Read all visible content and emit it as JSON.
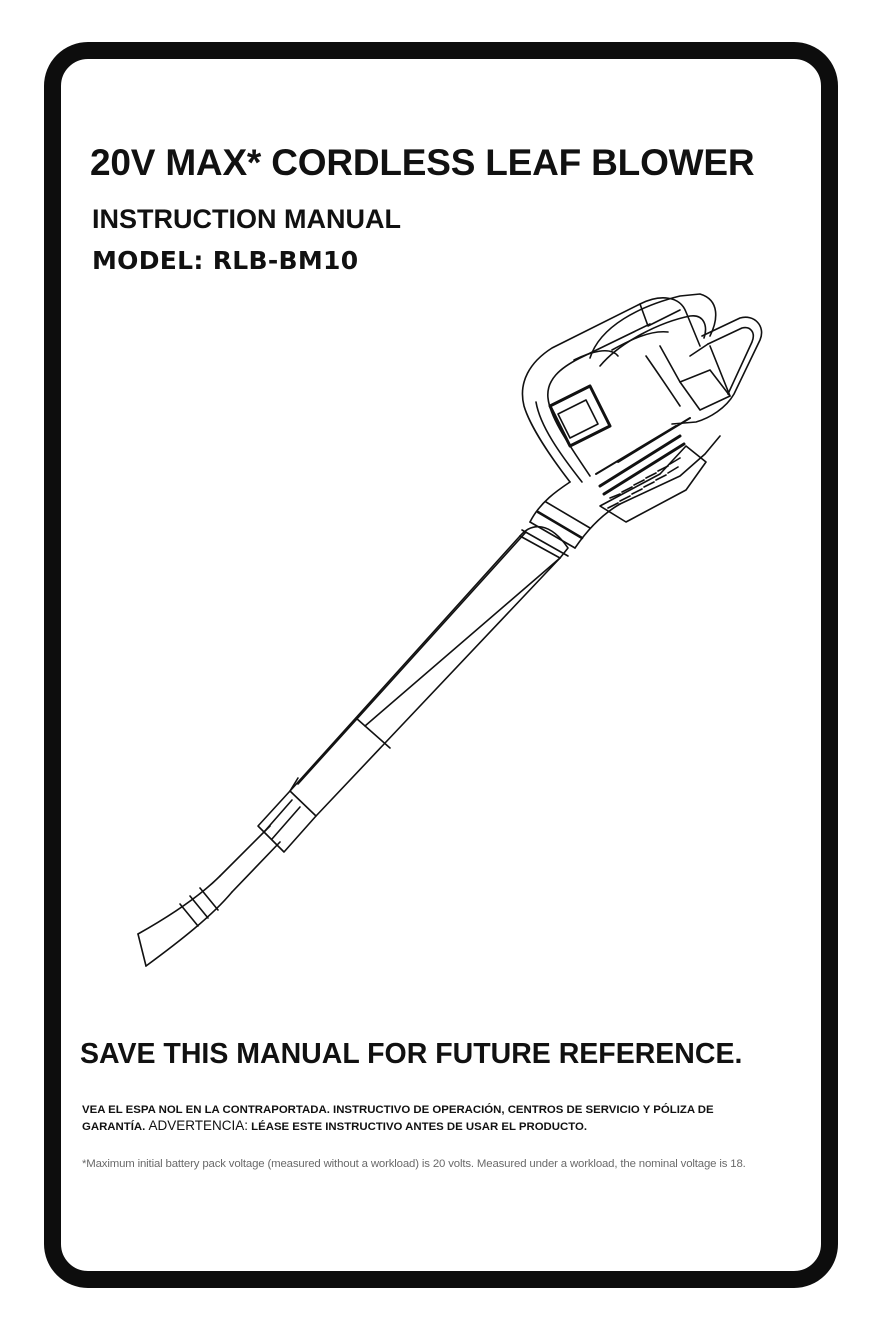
{
  "cover": {
    "title": "20V MAX* CORDLESS LEAF BLOWER",
    "subtitle": "INSTRUCTION MANUAL",
    "model": "MODEL: RLB-BM10",
    "save_notice": "SAVE THIS MANUAL FOR FUTURE REFERENCE.",
    "spanish_line1": "VEA EL ESPA NOL EN LA CONTRAPORTADA.    INSTRUCTIVO DE OPERACIÓN, CENTROS DE SERVICIO Y PÓLIZA DE",
    "spanish_line2_a": "GARANTÍA.",
    "spanish_line2_warning": "ADVERTENCIA:",
    "spanish_line2_b": "LÉASE ESTE INSTRUCTIVO ANTES DE USAR EL PRODUCTO.",
    "footnote": "*Maximum initial battery pack voltage (measured without a workload) is 20 volts. Measured under a workload, the nominal voltage is 18."
  },
  "illustration": {
    "subject": "leaf-blower-line-drawing",
    "stroke_color": "#111111"
  }
}
